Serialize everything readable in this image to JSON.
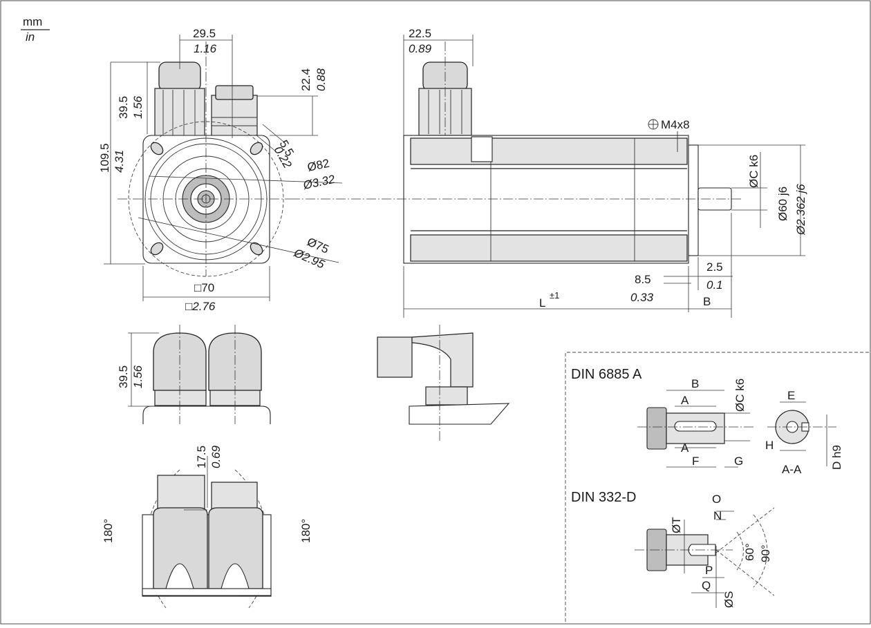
{
  "units": {
    "top": "mm",
    "bottom": "in"
  },
  "front_view": {
    "conn_width_mm": "29.5",
    "conn_width_in": "1.16",
    "conn_height_mm": "39.5",
    "conn_height_in": "1.56",
    "total_height_mm": "109.5",
    "total_height_in": "4.31",
    "conn2_height_mm": "22.4",
    "conn2_height_in": "0.88",
    "hole_mm": "5.5",
    "hole_in": "0.22",
    "pcd_mm": "Ø82",
    "pcd_in": "Ø3.32",
    "circle_mm": "Ø75",
    "circle_in": "Ø2.95",
    "flange_mm": "□70",
    "flange_in": "□2.76"
  },
  "side_view": {
    "offset_mm": "22.5",
    "offset_in": "0.89",
    "thread": "M4x8",
    "shaft_dia": "ØC k6",
    "pilot_mm": "Ø60 j6",
    "pilot_in": "Ø2.362 j6",
    "step_mm": "2.5",
    "step_in": "0.1",
    "flange_mm": "8.5",
    "flange_in": "0.33",
    "length": "L",
    "length_tol": "±1",
    "shaft_len": "B"
  },
  "connector_view": {
    "height_mm": "39.5",
    "height_in": "1.56"
  },
  "rotation_view": {
    "pitch_mm": "17.5",
    "pitch_in": "0.69",
    "angle_left": "180°",
    "angle_right": "180°"
  },
  "din_6885": {
    "title": "DIN 6885 A",
    "B": "B",
    "A_top": "A",
    "A_bot": "A",
    "C": "ØC k6",
    "F": "F",
    "G": "G",
    "E": "E",
    "H": "H",
    "D": "D h9",
    "section": "A-A"
  },
  "din_332": {
    "title": "DIN 332-D",
    "O": "O",
    "N": "N",
    "T": "ØT",
    "P": "P",
    "Q": "Q",
    "S": "ØS",
    "angle60": "60°",
    "angle90": "90°"
  }
}
